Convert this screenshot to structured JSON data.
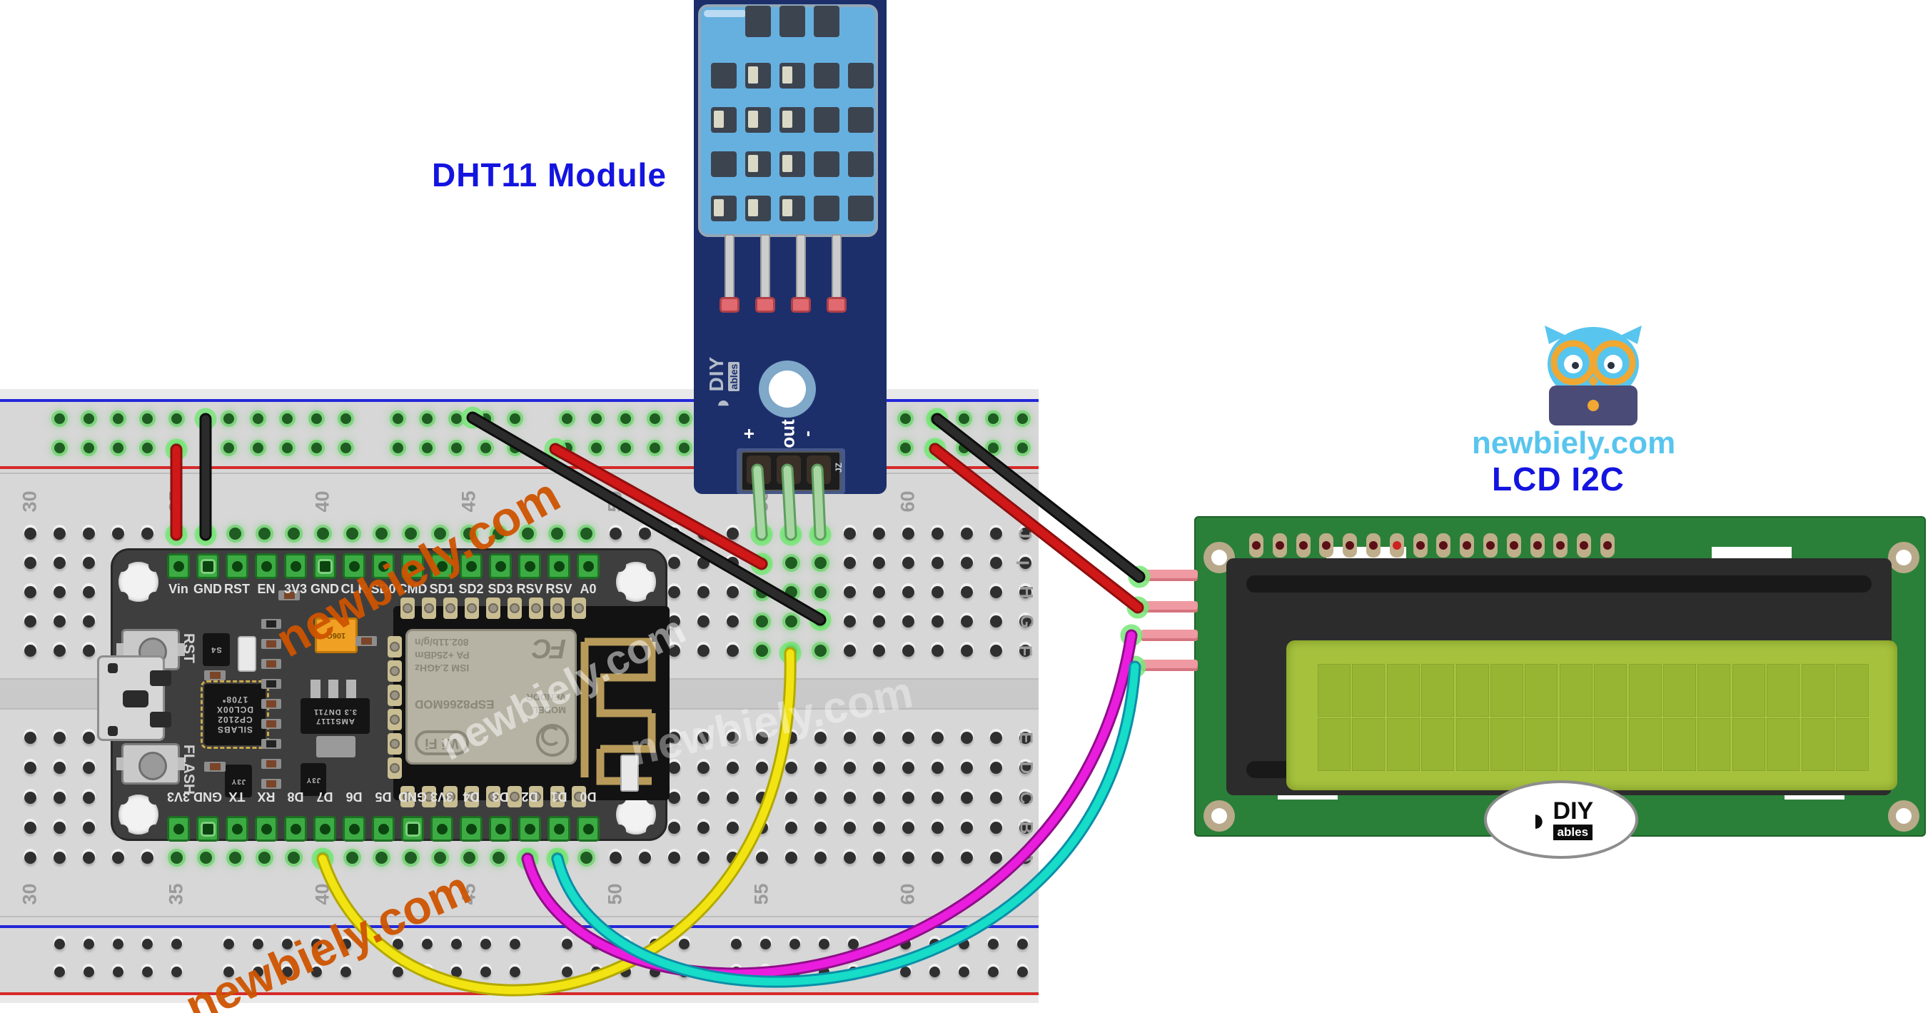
{
  "title_labels": {
    "dht": "DHT11 Module",
    "lcd": "LCD I2C",
    "site": "newbiely.com"
  },
  "watermark_text": "newbiely.com",
  "breadboard": {
    "column_numbers": [
      "30",
      "35",
      "40",
      "45",
      "50",
      "55",
      "60"
    ],
    "row_letters": [
      "J",
      "I",
      "H",
      "G",
      "F",
      "E",
      "D",
      "C",
      "B",
      "A"
    ]
  },
  "nodemcu": {
    "top_pins": [
      "Vin",
      "GND",
      "RST",
      "EN",
      "3V3",
      "GND",
      "CLK",
      "SD0",
      "CMD",
      "SD1",
      "SD2",
      "SD3",
      "RSV",
      "RSV",
      "A0"
    ],
    "bottom_pins": [
      "3V3",
      "GND",
      "TX",
      "RX",
      "D8",
      "D7",
      "D6",
      "D5",
      "GND",
      "3V3",
      "D4",
      "D3",
      "D2",
      "D1",
      "D0"
    ],
    "reset_button": "RST",
    "flash_button": "FLASH",
    "usb_chip": [
      "SILABS",
      "CP2102",
      "DCL00X",
      "1708*"
    ],
    "regulator": [
      "AMS1117",
      "3.3 DN711"
    ],
    "capacitor": "106C",
    "diode": "S4",
    "transistor": "J3Y",
    "esp": {
      "fcc": "FC",
      "cert1": "802.11b/g/n",
      "cert2": "PA  +25dBm",
      "cert3": "ISM 2.4GHz",
      "model_label": "MODEL",
      "vendor_label": "VENDOR",
      "module_name": "ESP8266MOD",
      "wifi": "Wi Fi"
    }
  },
  "dht": {
    "pin_labels": [
      "+",
      "out",
      "-"
    ],
    "corner_mark": "JZ",
    "logo_diy": "DIY",
    "logo_ables": "ables"
  },
  "lcd": {
    "logo_diy": "DIY",
    "logo_ables": "ables",
    "char_cols": 16,
    "char_rows": 2,
    "pin_count": 16
  },
  "wire_colors": {
    "red": "#d01818",
    "black": "#2b2b2b",
    "yellow": "#f2e412",
    "magenta": "#ea1ddf",
    "cyan": "#16dcc8",
    "green": "#a7d6a2"
  }
}
